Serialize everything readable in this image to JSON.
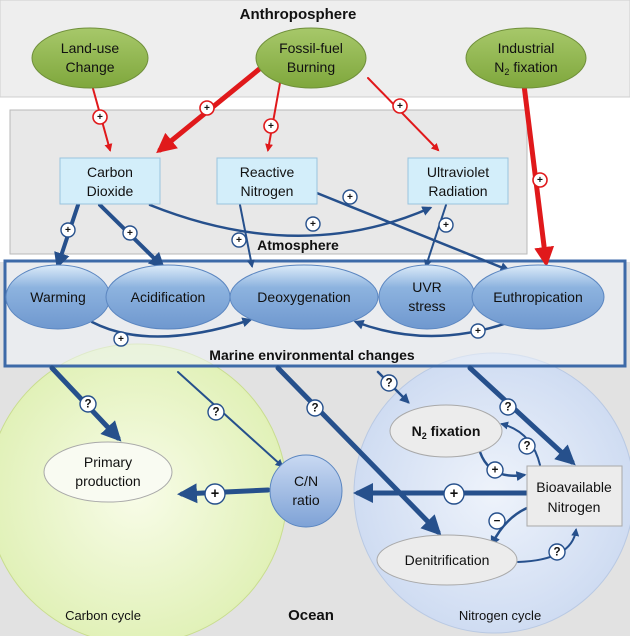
{
  "regions": {
    "anthroposphere": "Anthroposphere",
    "atmosphere": "Atmosphere",
    "marine": "Marine environmental changes",
    "ocean": "Ocean",
    "carbon_cycle": "Carbon cycle",
    "nitrogen_cycle": "Nitrogen cycle"
  },
  "drivers": {
    "land_use": [
      "Land-use",
      "Change"
    ],
    "fossil_fuel": [
      "Fossil-fuel",
      "Burning"
    ],
    "industrial": [
      "Industrial",
      "N",
      "2",
      " fixation"
    ]
  },
  "atmosphere_boxes": {
    "co2": [
      "Carbon",
      "Dioxide"
    ],
    "reactive_n": [
      "Reactive",
      "Nitrogen"
    ],
    "uv": [
      "Ultraviolet",
      "Radiation"
    ]
  },
  "marine_changes": {
    "warming": "Warming",
    "acidification": "Acidification",
    "deoxygenation": "Deoxygenation",
    "uvr_stress": [
      "UVR",
      "stress"
    ],
    "euthropication": "Euthropication"
  },
  "ocean_nodes": {
    "primary_production": [
      "Primary",
      "production"
    ],
    "cn_ratio": [
      "C/N",
      "ratio"
    ],
    "n2_fixation": [
      "N",
      "2",
      " fixation"
    ],
    "bioavailable_n": [
      "Bioavailable",
      "Nitrogen"
    ],
    "denitrification": "Denitrification"
  },
  "signs": {
    "plus": "+",
    "minus": "−",
    "unknown": "?"
  },
  "colors": {
    "red_arrow": "#e0191b",
    "blue_arrow": "#26508c",
    "driver_fill": "#8fb54c",
    "atmos_box": "#d3eefa",
    "marine_fill": "#7da4d6",
    "carbon_circle": "#eef7d0",
    "nitrogen_circle": "#dbe7f7"
  }
}
